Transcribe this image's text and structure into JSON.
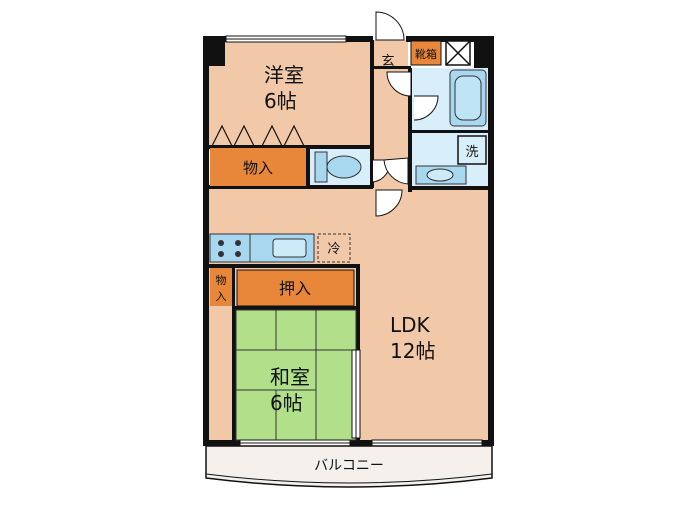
{
  "rooms": {
    "western": {
      "name": "洋室",
      "size": "6帖"
    },
    "ldk": {
      "name": "LDK",
      "size": "12帖"
    },
    "japanese": {
      "name": "和室",
      "size": "6帖"
    }
  },
  "labels": {
    "closet_top": "物入",
    "closet_left_1": "物",
    "closet_left_2": "入",
    "oshiire": "押入",
    "entrance": "玄",
    "shoe_box": "靴箱",
    "laundry": "洗",
    "fridge": "冷",
    "balcony": "バルコニー"
  },
  "colors": {
    "room_floor": "#f2c9a8",
    "storage": "#e8873a",
    "wet_area": "#d8eefa",
    "fixture": "#a8d8f0",
    "tatami": "#b2e08a",
    "wall": "#111111",
    "balcony": "#f5f0ec"
  }
}
